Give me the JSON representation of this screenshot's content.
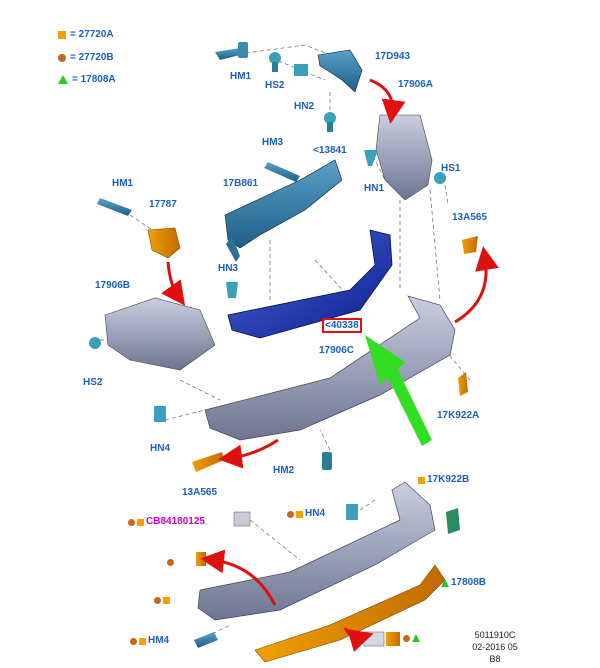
{
  "legend": [
    {
      "symbol": "square",
      "text": "= 27720A"
    },
    {
      "symbol": "circle",
      "text": "= 27720B"
    },
    {
      "symbol": "triangle",
      "text": "= 17808A"
    }
  ],
  "labels": {
    "hm1_top": "HM1",
    "hs2_top": "HS2",
    "hn2": "HN2",
    "d943": "17D943",
    "a17906_top": "17906A",
    "c13841": "<13841",
    "hm3": "HM3",
    "b861": "17B861",
    "hn1": "HN1",
    "hs1": "HS1",
    "hm1_left": "HM1",
    "n17787": "17787",
    "a13565_right": "13A565",
    "hn3": "HN3",
    "b17906": "17906B",
    "c40338": "<40338",
    "c17906": "17906C",
    "hs2_left": "HS2",
    "k922a": "17K922A",
    "hn4_left": "HN4",
    "hm2": "HM2",
    "a13565_left": "13A565",
    "k922b": "17K922B",
    "hn4_lower": "HN4",
    "cb84": "CB84180125",
    "b17808": "17808B",
    "hm4": "HM4"
  },
  "footer": {
    "line1": "5011910C",
    "line2": "02-2016 05",
    "line3": "B8"
  },
  "colors": {
    "label": "#1a5fc2",
    "magenta": "#d100c8",
    "orange_square": "#f5a000",
    "brown_circle": "#c8661a",
    "green_triangle": "#22cc22",
    "arrow_red": "#e01010",
    "arrow_green": "#33dd22"
  }
}
